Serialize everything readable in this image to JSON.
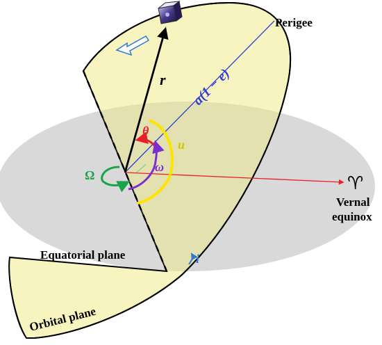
{
  "labels": {
    "perigee": "Perigee",
    "vernal_line1": "Vernal",
    "vernal_line2": "equinox",
    "equatorial_plane": "Equatorial plane",
    "orbital_plane": "Orbital plane",
    "r": "r",
    "a_one_minus_e": "a(1 − e)",
    "theta": "θ",
    "omega_small": "ω",
    "u": "u",
    "Omega": "Ω",
    "i": "i",
    "aries_symbol": "♈"
  },
  "colors": {
    "equatorial_fill": "#d9d9d9",
    "orbital_fill": "#f7f2b4",
    "overlap_fill": "#e9e5a8",
    "theta": "#e8202a",
    "omega_small": "#7a2fd0",
    "u": "#ffe400",
    "Omega": "#1aa34a",
    "inclination": "#2f7ad1",
    "semi_axis_line": "#2f3cd6",
    "vernal_arrow": "#e8202a",
    "radius_vector": "#000000"
  },
  "icons": {
    "satellite": "satellite-icon",
    "direction_arrow": "hollow-arrow-icon"
  }
}
